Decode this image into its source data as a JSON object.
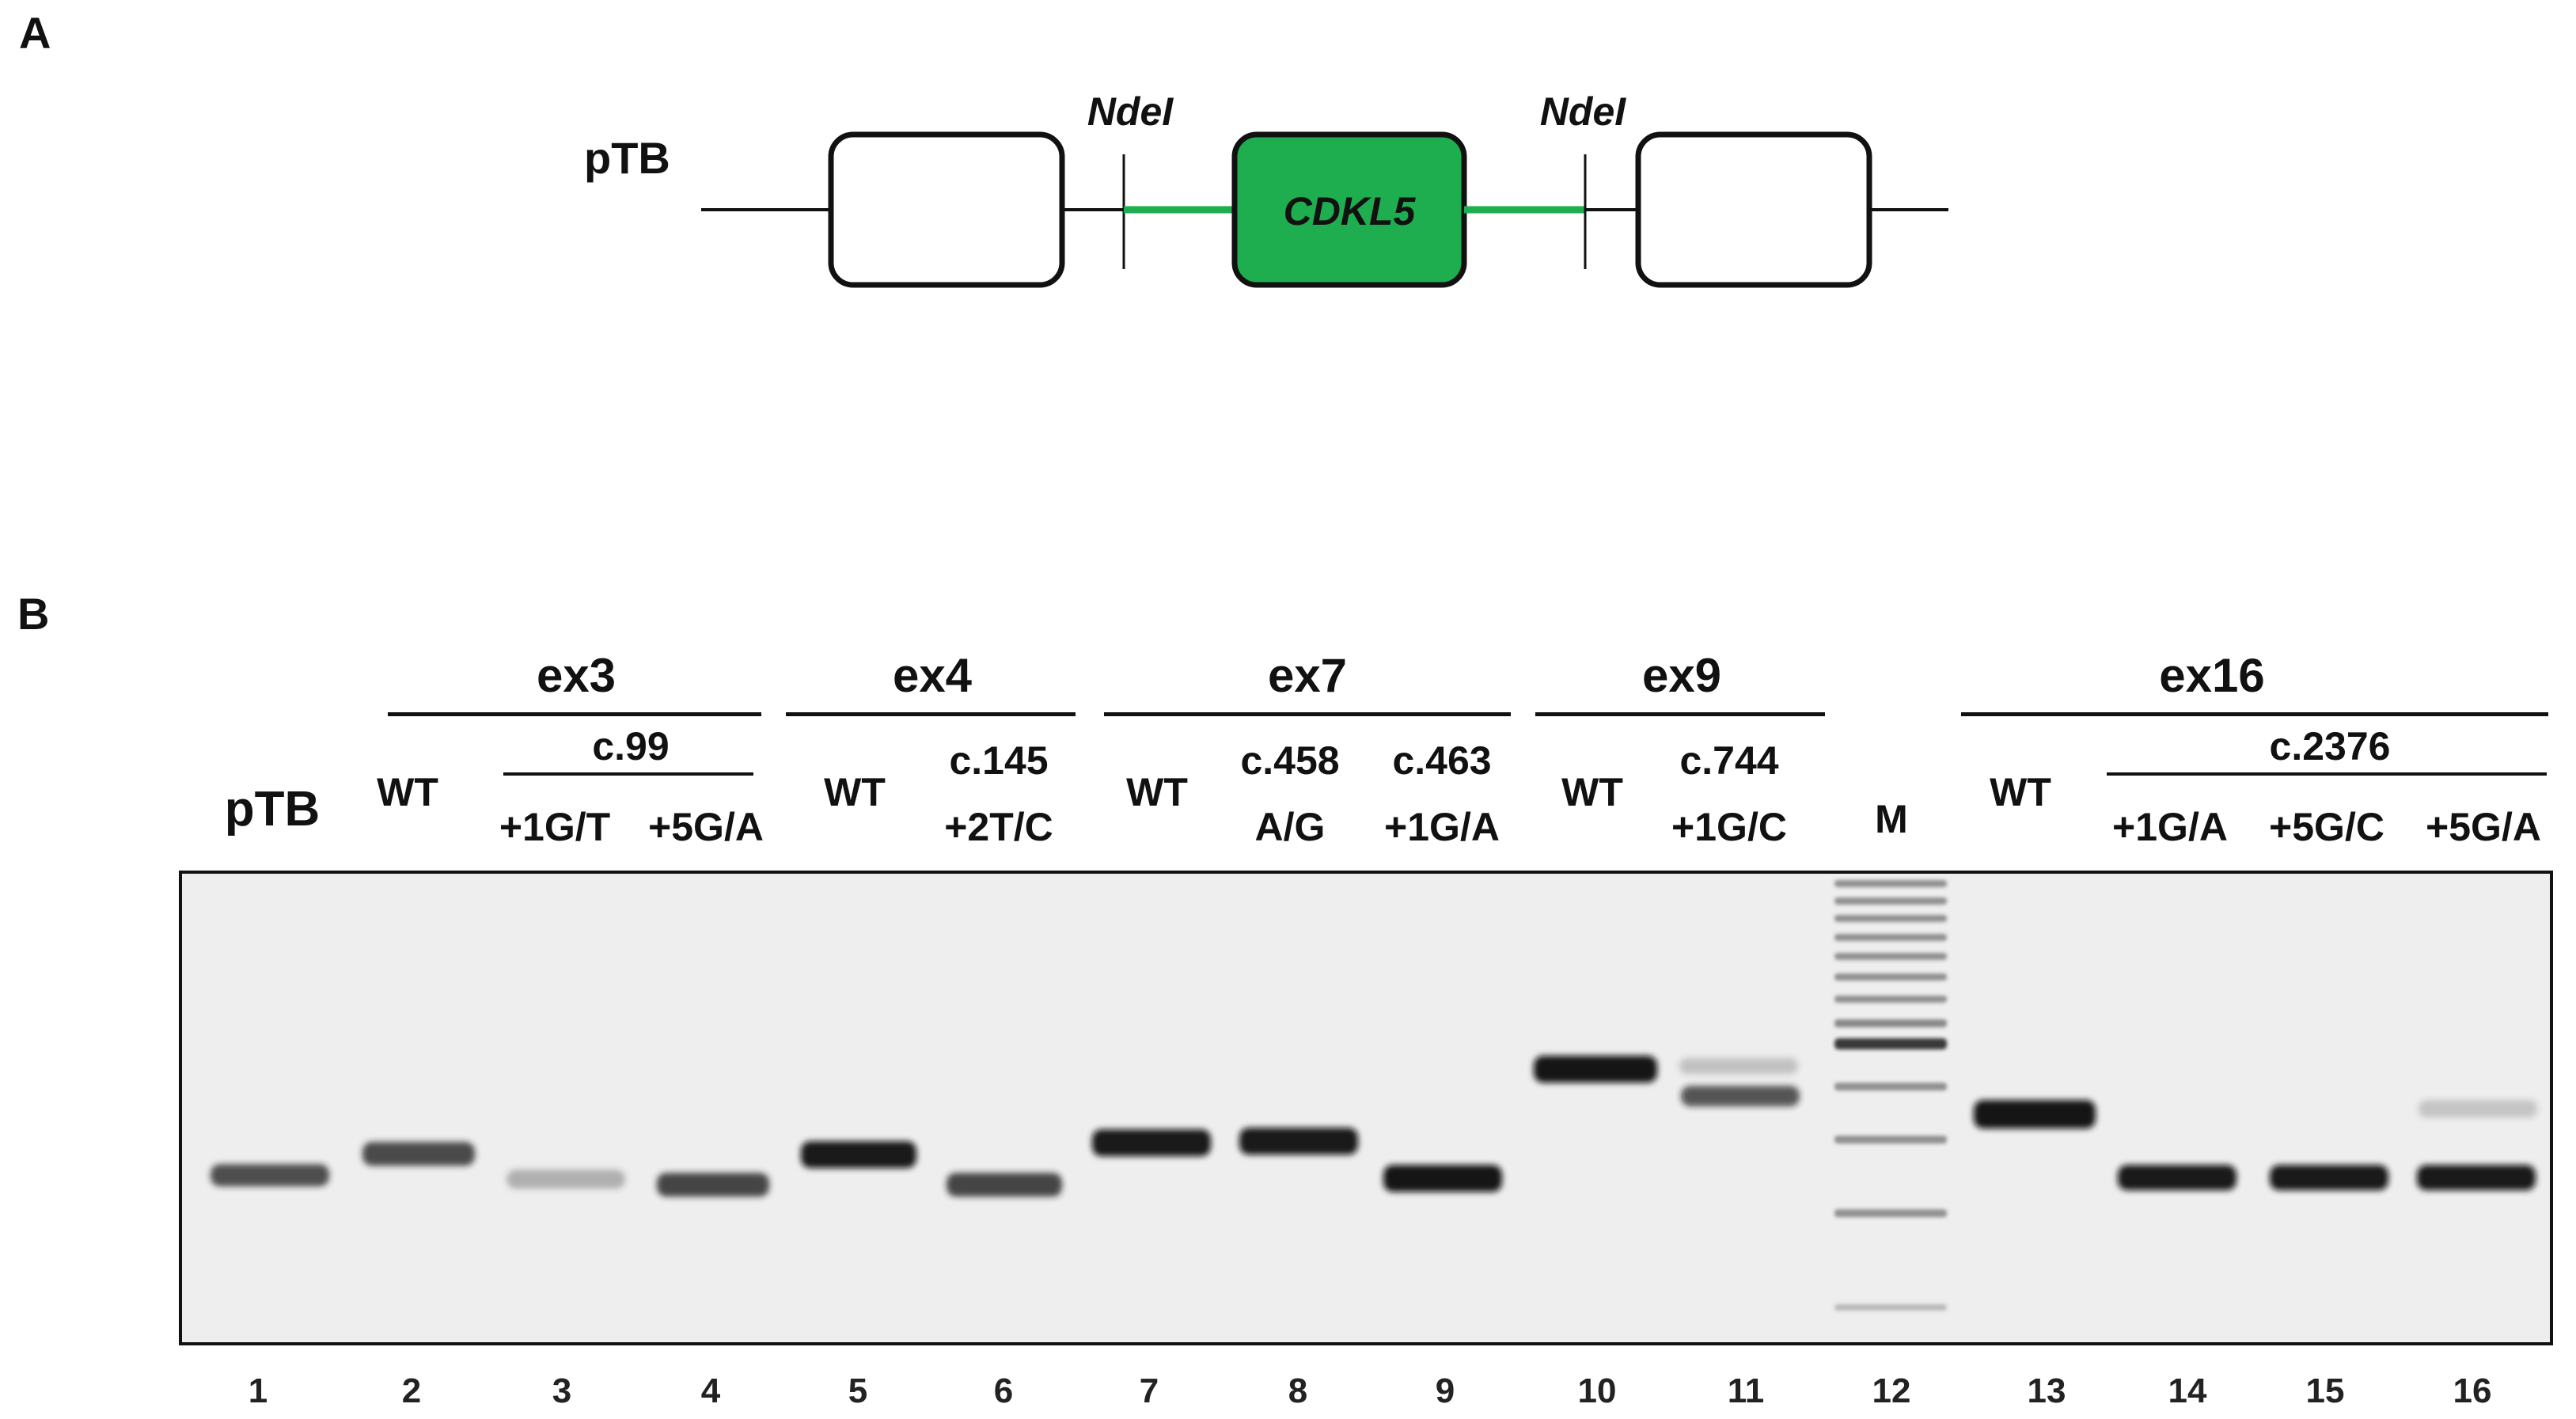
{
  "panel_a": {
    "label": "A",
    "vector_name": "pTB",
    "site_left": "NdeI",
    "site_right": "NdeI",
    "insert_name": "CDKL5",
    "colors": {
      "insert_fill": "#1fae4f",
      "insert_line": "#1fae4f",
      "backbone": "#111111"
    }
  },
  "panel_b": {
    "label": "B",
    "exon_groups": [
      {
        "name": "ex3"
      },
      {
        "name": "ex4"
      },
      {
        "name": "ex7"
      },
      {
        "name": "ex9"
      },
      {
        "name": "ex16"
      }
    ],
    "sub_groups": {
      "ex3": "c.99",
      "ex16": "c.2376"
    },
    "lanes": [
      {
        "n": "1",
        "top": "pTB",
        "bottom": ""
      },
      {
        "n": "2",
        "top": "WT",
        "bottom": ""
      },
      {
        "n": "3",
        "top": "",
        "bottom": "+1G/T"
      },
      {
        "n": "4",
        "top": "",
        "bottom": "+5G/A"
      },
      {
        "n": "5",
        "top": "WT",
        "bottom": ""
      },
      {
        "n": "6",
        "top": "c.145",
        "bottom": "+2T/C"
      },
      {
        "n": "7",
        "top": "WT",
        "bottom": ""
      },
      {
        "n": "8",
        "top": "c.458",
        "bottom": "A/G"
      },
      {
        "n": "9",
        "top": "c.463",
        "bottom": "+1G/A"
      },
      {
        "n": "10",
        "top": "WT",
        "bottom": ""
      },
      {
        "n": "11",
        "top": "c.744",
        "bottom": "+1G/C"
      },
      {
        "n": "12",
        "top": "M",
        "bottom": ""
      },
      {
        "n": "13",
        "top": "WT",
        "bottom": ""
      },
      {
        "n": "14",
        "top": "",
        "bottom": "+1G/A"
      },
      {
        "n": "15",
        "top": "",
        "bottom": "+5G/C"
      },
      {
        "n": "16",
        "top": "",
        "bottom": "+5G/A"
      }
    ],
    "gel_colors": {
      "background": "#eeeeee",
      "border": "#111111",
      "band": "#111111"
    }
  }
}
